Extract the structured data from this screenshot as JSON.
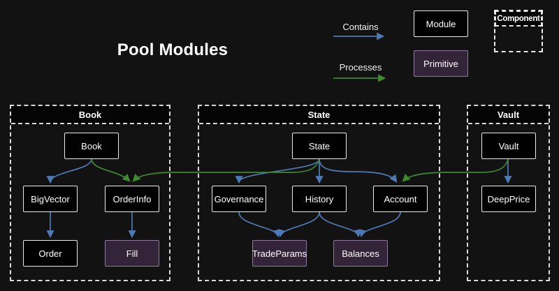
{
  "title": "Pool Modules",
  "legend": {
    "contains_label": "Contains",
    "processes_label": "Processes",
    "module_label": "Module",
    "primitive_label": "Primitive",
    "component_label": "Component"
  },
  "colors": {
    "contains_arrow": "#4d79b4",
    "processes_arrow": "#3f8a2d",
    "module_fill": "#020202",
    "module_border": "#e9e9e9",
    "primitive_fill": "#33243a",
    "primitive_border": "#8d7b9c",
    "component_border": "#d9d9d9",
    "background": "#121212"
  },
  "containers": {
    "book": {
      "label": "Book"
    },
    "state": {
      "label": "State"
    },
    "vault": {
      "label": "Vault"
    }
  },
  "nodes": {
    "book": {
      "label": "Book",
      "type": "module"
    },
    "big_vector": {
      "label": "BigVector",
      "type": "module"
    },
    "order_info": {
      "label": "OrderInfo",
      "type": "module"
    },
    "order": {
      "label": "Order",
      "type": "module"
    },
    "fill": {
      "label": "Fill",
      "type": "primitive"
    },
    "state": {
      "label": "State",
      "type": "module"
    },
    "governance": {
      "label": "Governance",
      "type": "module"
    },
    "history": {
      "label": "History",
      "type": "module"
    },
    "account": {
      "label": "Account",
      "type": "module"
    },
    "trade_params": {
      "label": "TradeParams",
      "type": "primitive"
    },
    "balances": {
      "label": "Balances",
      "type": "primitive"
    },
    "vault": {
      "label": "Vault",
      "type": "module"
    },
    "deep_price": {
      "label": "DeepPrice",
      "type": "module"
    }
  },
  "edges": {
    "contains": [
      [
        "Book",
        "BigVector"
      ],
      [
        "BigVector",
        "Order"
      ],
      [
        "OrderInfo",
        "Fill"
      ],
      [
        "State",
        "Governance"
      ],
      [
        "State",
        "History"
      ],
      [
        "State",
        "Account"
      ],
      [
        "Governance",
        "TradeParams"
      ],
      [
        "History",
        "TradeParams"
      ],
      [
        "History",
        "Balances"
      ],
      [
        "Account",
        "Balances"
      ],
      [
        "Vault",
        "DeepPrice"
      ]
    ],
    "processes": [
      [
        "Book",
        "OrderInfo"
      ],
      [
        "State",
        "OrderInfo"
      ],
      [
        "Vault",
        "Account"
      ]
    ]
  }
}
